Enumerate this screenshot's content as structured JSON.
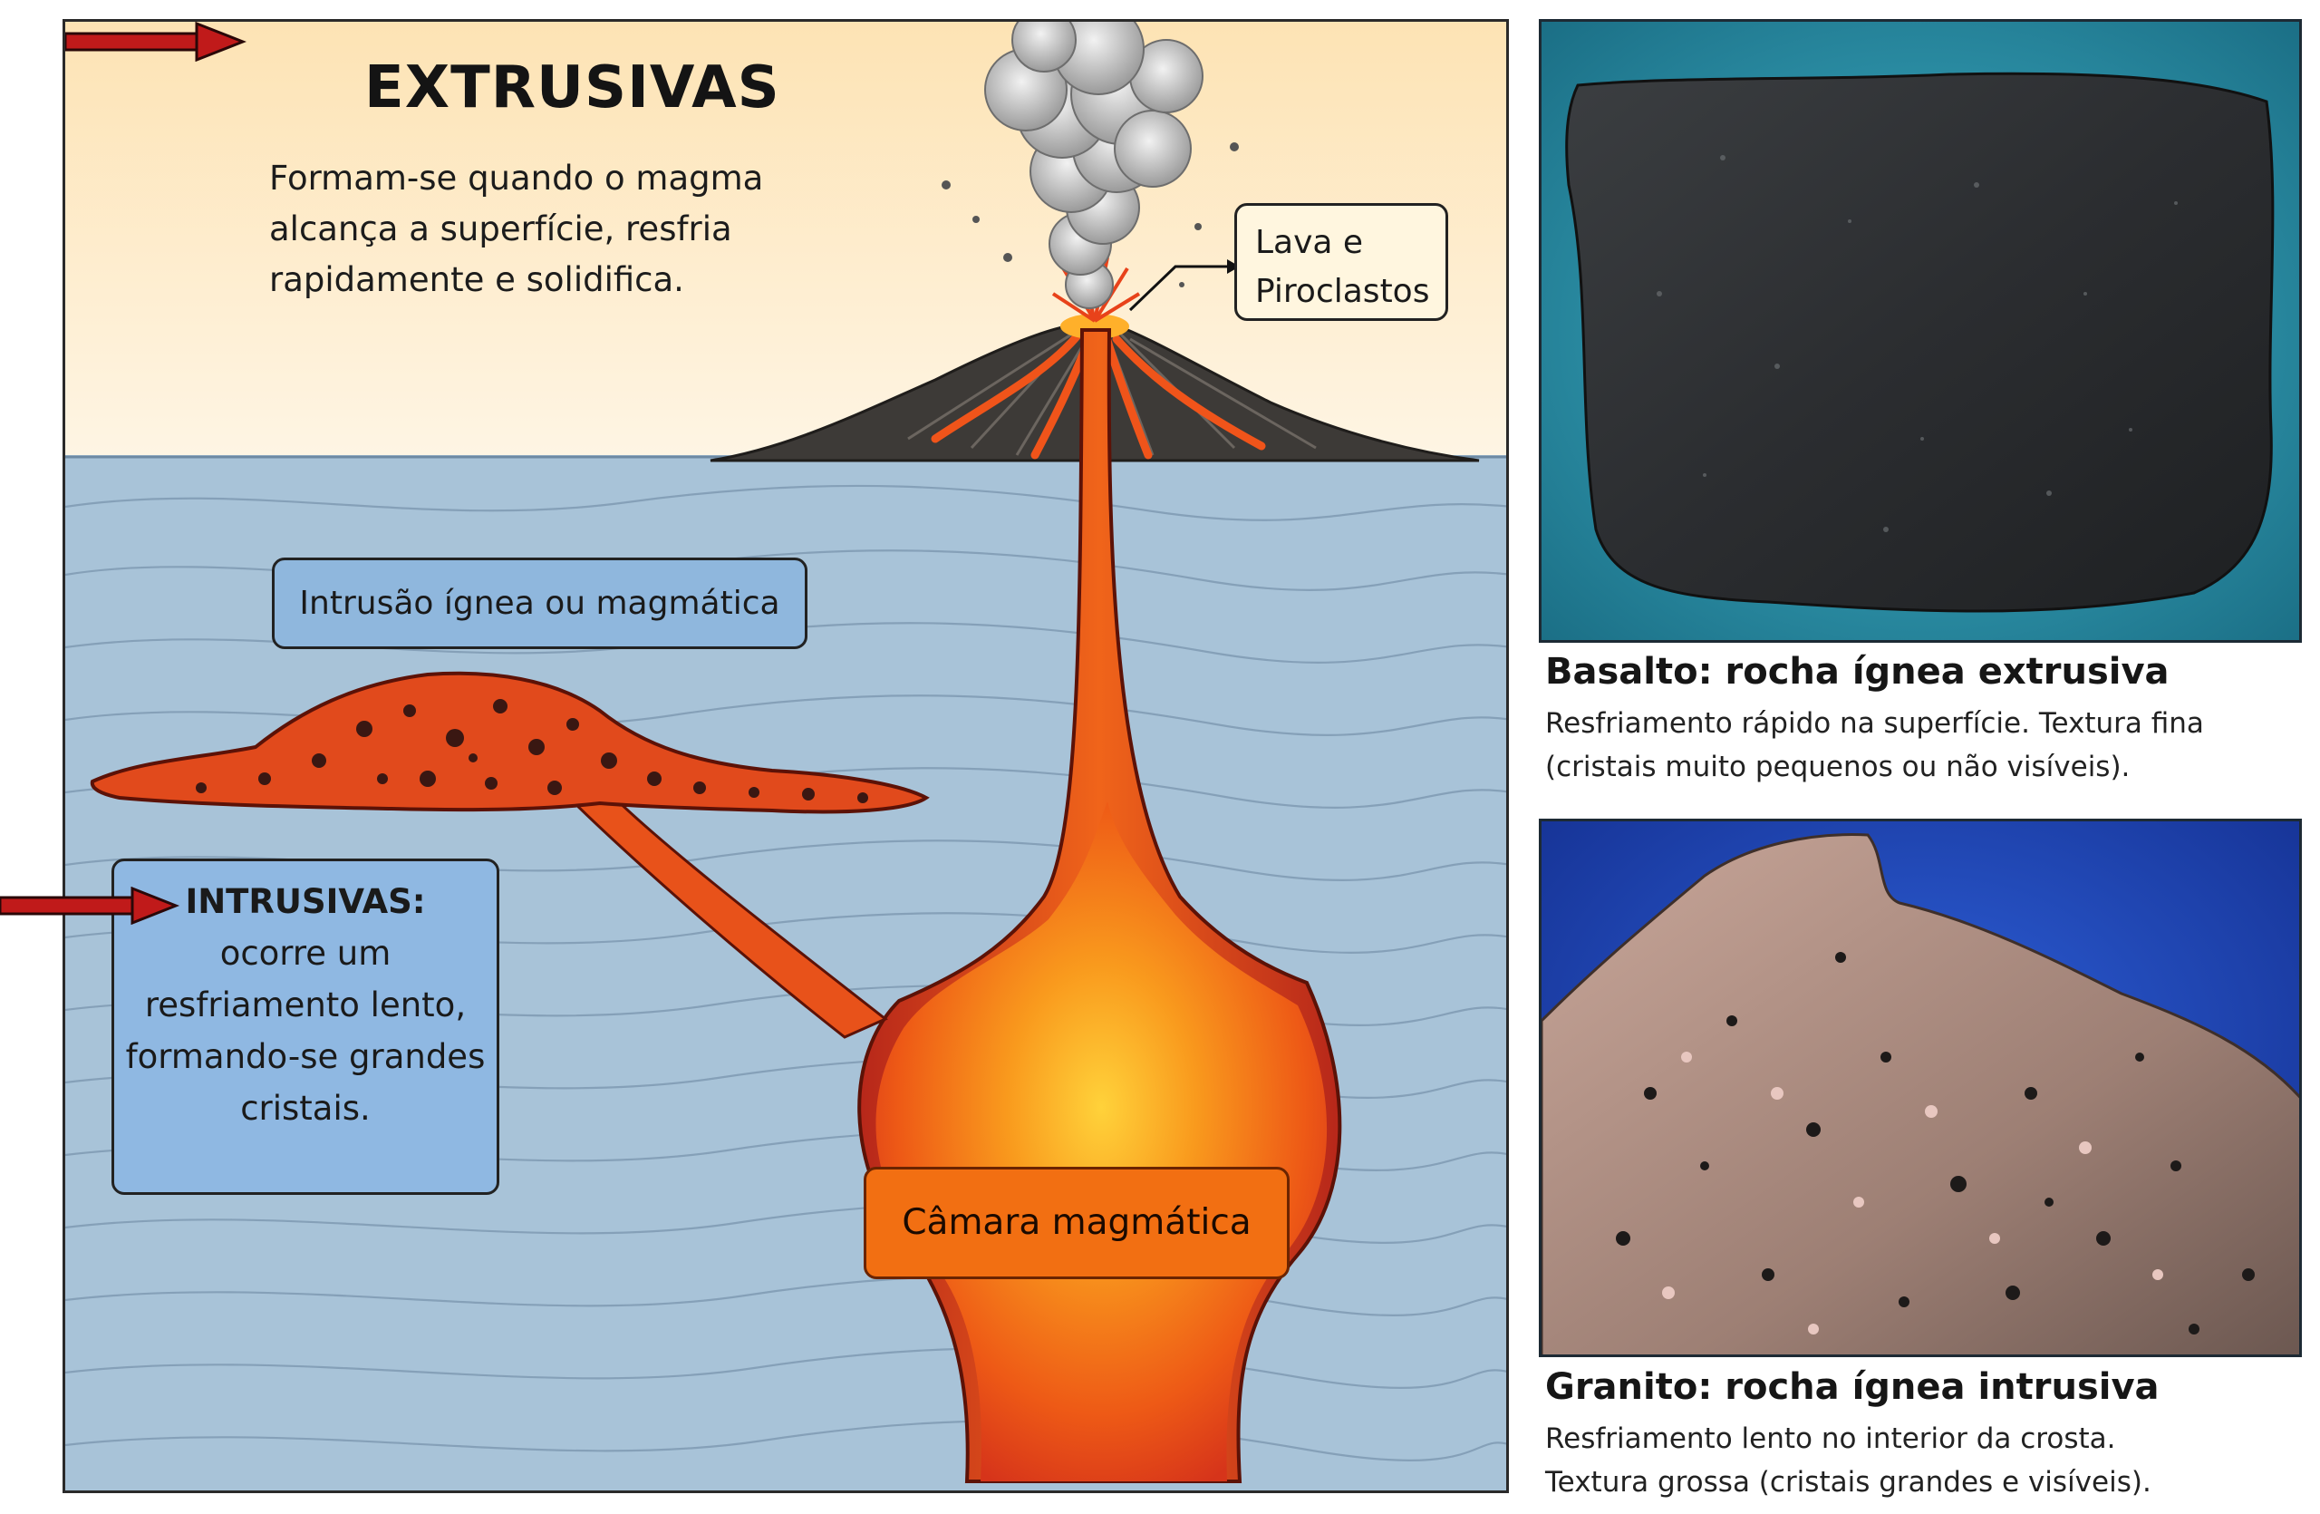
{
  "diagram": {
    "title": "EXTRUSIVAS",
    "extrusive_description": "Formam-se quando o magma alcança a superfície, resfria rapidamente e solidifica.",
    "lava_callout": {
      "line1": "Lava e",
      "line2": "Piroclastos"
    },
    "intrusion_label": "Intrusão ígnea ou magmática",
    "intrusivas": {
      "heading": "INTRUSIVAS:",
      "lines": [
        "ocorre um",
        "resfriamento lento,",
        "formando-se grandes",
        "cristais."
      ]
    },
    "chamber_label": "Câmara magmática"
  },
  "basalt": {
    "title": "Basalto: rocha ígnea extrusiva",
    "description": "Resfriamento rápido na superfície. Textura fina (cristais muito pequenos ou não visíveis)."
  },
  "granite": {
    "title": "Granito: rocha ígnea intrusiva",
    "description_line1": "Resfriamento lento no interior da crosta.",
    "description_line2": "Textura grossa (cristais grandes e visíveis)."
  },
  "colors": {
    "sky_top": "#fde8bf",
    "sky_bottom": "#fef6e6",
    "ground": "#a9c4d9",
    "magma": "#e8421a",
    "magma_core": "#fbb928",
    "arrow_red": "#c01a1a",
    "intrusion_box": "#8fb7dd",
    "chamber_box": "#f26f12",
    "basalt_bg": "#2a8fa9",
    "granite_bg": "#1b3fb5"
  }
}
